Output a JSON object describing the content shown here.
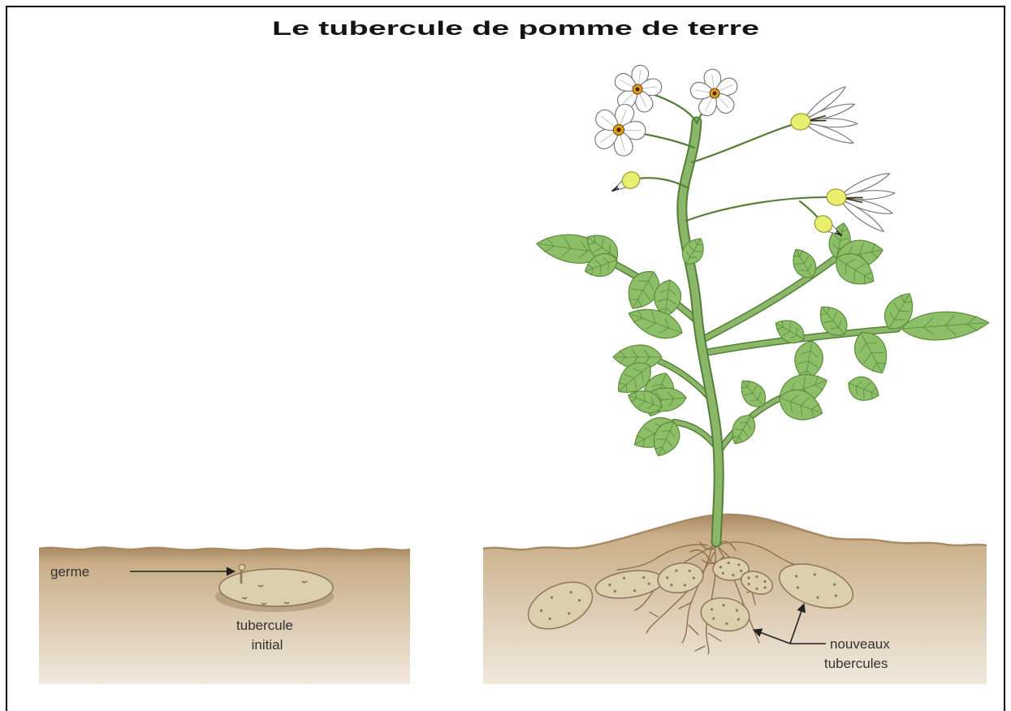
{
  "title": "Le tubercule de pomme de terre",
  "labels": {
    "germe": "germe",
    "tubercule_initial": [
      "tubercule",
      "initial"
    ],
    "nouveaux_tubercules": [
      "nouveaux",
      "tubercules"
    ]
  },
  "colors": {
    "frame": "#000000",
    "soil_edge": "#a88a63",
    "soil_top": "#c9ae88",
    "soil_bottom": "#f1e9dd",
    "stem": "#8bb868",
    "stem_outline": "#557f38",
    "leaf": "#8dbe68",
    "leaf_outline": "#5b8a3b",
    "tuber": "#dccfae",
    "tuber_outline": "#8c7755",
    "root": "#8a6b4a",
    "flower_petal": "#ffffff",
    "flower_center": "#e29a1e",
    "bud": "#e9ee6e"
  }
}
